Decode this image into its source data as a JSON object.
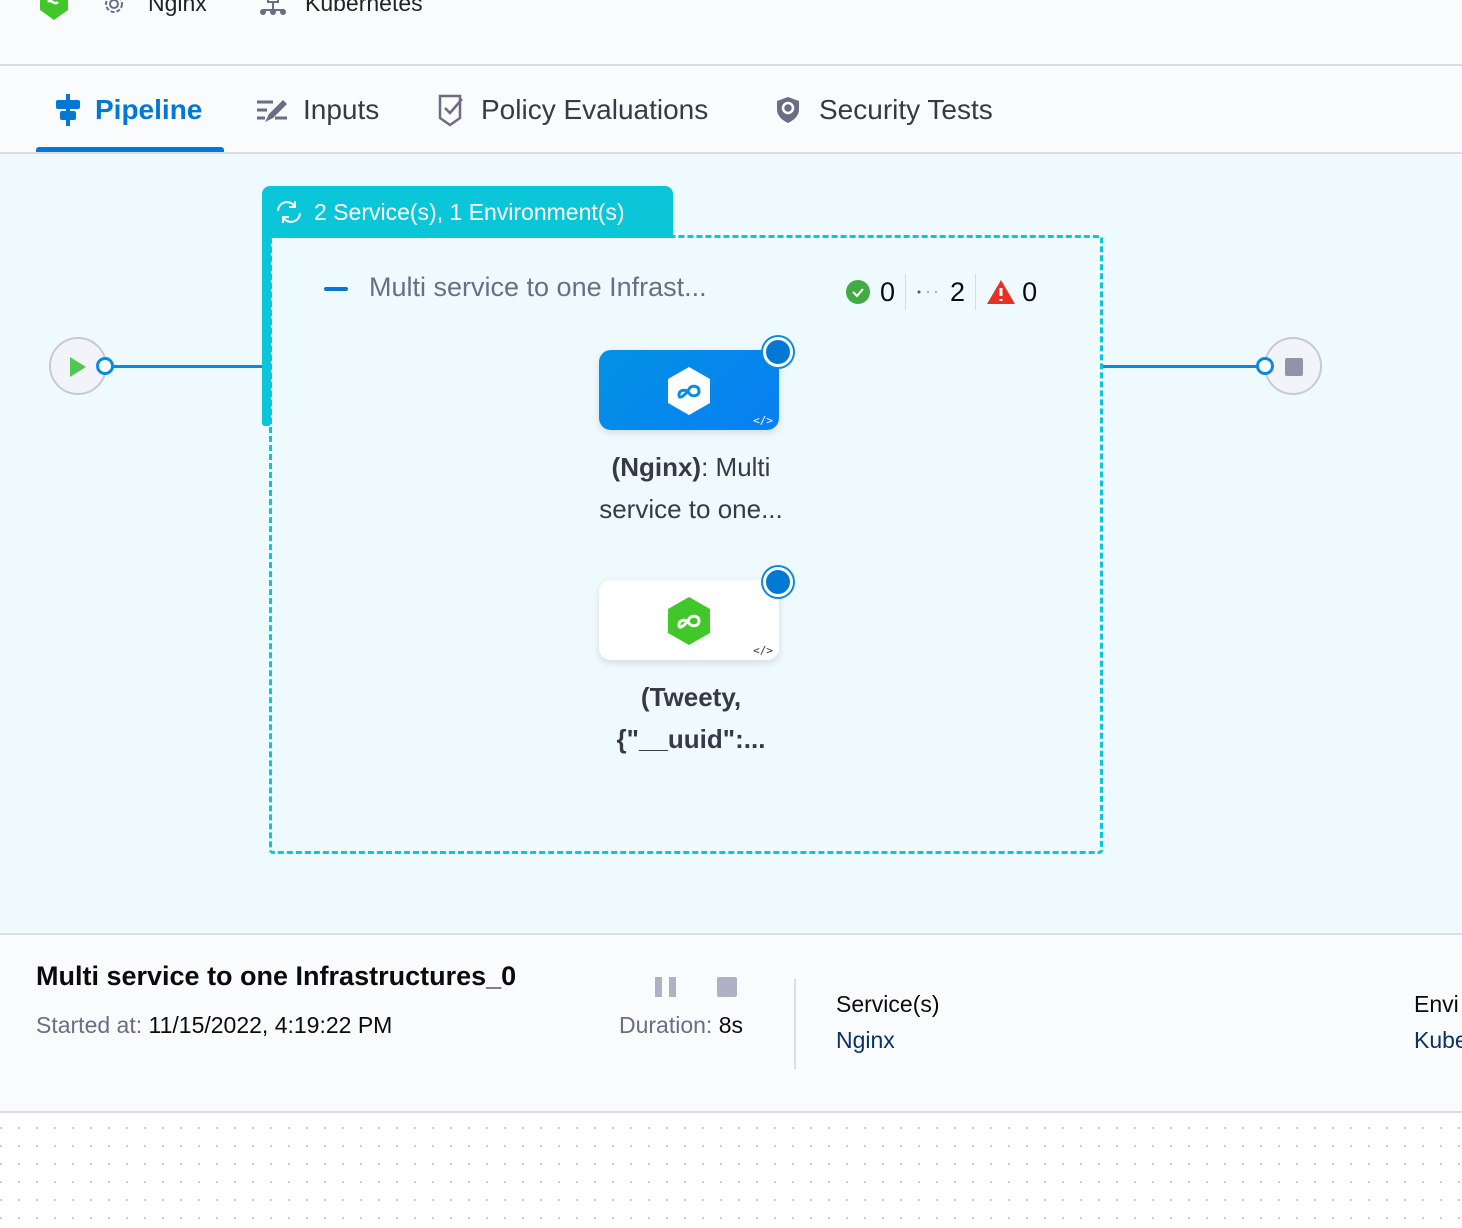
{
  "topbar": {
    "service": "Nginx",
    "environment": "Kubernetes"
  },
  "tabs": [
    {
      "label": "Pipeline",
      "icon": "pipeline-icon",
      "active": true
    },
    {
      "label": "Inputs",
      "icon": "inputs-icon"
    },
    {
      "label": "Policy Evaluations",
      "icon": "policy-shield-check-icon"
    },
    {
      "label": "Security Tests",
      "icon": "security-shield-icon"
    }
  ],
  "group": {
    "tag": "2 Service(s), 1 Environment(s)",
    "stage_name": "Multi service to one Infrast...",
    "counts": {
      "success": "0",
      "running": "2",
      "failed": "0"
    }
  },
  "nodes": [
    {
      "bold": "(Nginx)",
      "rest": ": Multi",
      "line2": "service to one...",
      "style": "active"
    },
    {
      "bold": "(Tweety,",
      "line2": "{\"__uuid\":...",
      "style": "default"
    }
  ],
  "bottom": {
    "title": "Multi service to one Infrastructures_0",
    "started_label": "Started at:",
    "started_value": "11/15/2022, 4:19:22 PM",
    "duration_label": "Duration:",
    "duration_value": "8s",
    "services_label": "Service(s)",
    "services_value": "Nginx",
    "env_label": "Envi",
    "env_value": "Kube"
  },
  "colors": {
    "accent": "#0278d5",
    "group": "#0bc5d8",
    "success": "#42ab45",
    "failed": "#e43326"
  }
}
